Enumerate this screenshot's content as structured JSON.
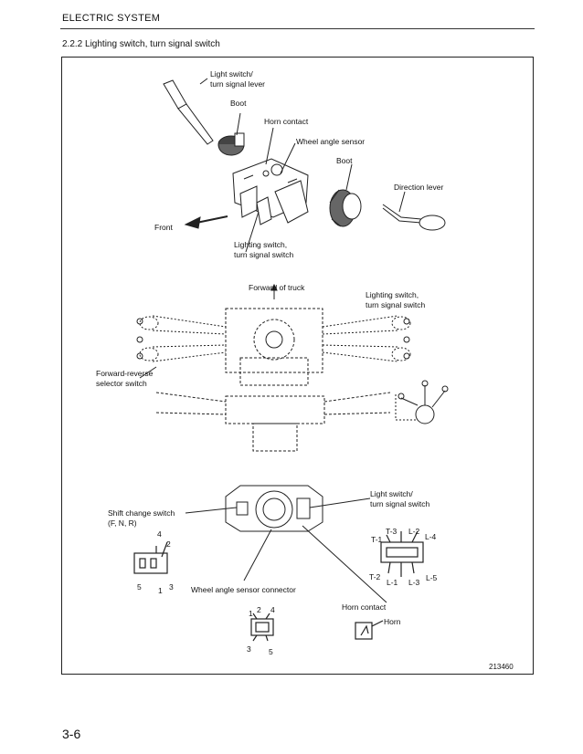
{
  "header": {
    "title": "ELECTRIC SYSTEM",
    "section": "2.2.2   Lighting switch, turn signal switch"
  },
  "exploded_view": {
    "lever_label_1": "Light switch/",
    "lever_label_2": "turn signal lever",
    "boot_upper": "Boot",
    "horn_contact": "Horn contact",
    "wheel_angle_sensor": "Wheel angle sensor",
    "boot_right": "Boot",
    "direction_lever": "Direction lever",
    "front": "Front",
    "assembly_label_1": "Lighting switch,",
    "assembly_label_2": "turn signal switch"
  },
  "top_view": {
    "forward_of_truck": "Forward of truck",
    "switch_label_1": "Lighting switch,",
    "switch_label_2": "turn signal switch",
    "selector_label_1": "Forward-reverse",
    "selector_label_2": "selector switch"
  },
  "connector_view": {
    "shift_label_1": "Shift change switch",
    "shift_label_2": "(F, N, R)",
    "shift_pins": [
      "4",
      "2",
      "5",
      "1",
      "3"
    ],
    "light_label_1": "Light switch/",
    "light_label_2": "turn signal switch",
    "light_pins": [
      "T-1",
      "T-3",
      "L-2",
      "L-4",
      "T-2",
      "L-1",
      "L-3",
      "L-5"
    ],
    "wheel_sensor_connector": "Wheel angle sensor connector",
    "sensor_pins": [
      "1",
      "2",
      "4",
      "3",
      "5"
    ],
    "horn_contact": "Horn contact",
    "horn": "Horn"
  },
  "figure_number": "213460",
  "page_number": "3-6"
}
